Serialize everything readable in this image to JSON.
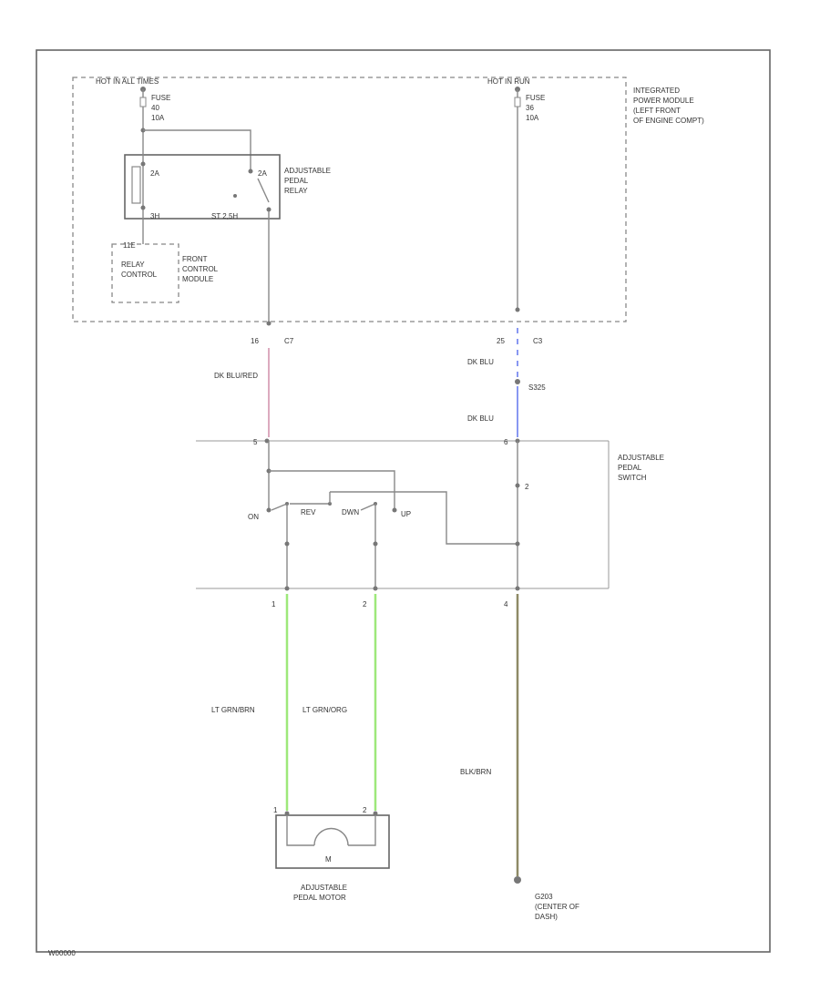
{
  "diagram_code": "W00000",
  "pdc": {
    "hot_label": "HOT IN ALL TIMES",
    "fuse_label": "FUSE",
    "fuse_num": "40",
    "fuse_amp": "10A",
    "module_lines": [
      "INTEGRATED",
      "POWER MODULE",
      "(LEFT FRONT",
      "OF ENGINE COMPT)"
    ]
  },
  "fuse2": {
    "hot_label": "HOT IN RUN",
    "fuse_label": "FUSE",
    "fuse_num": "36",
    "fuse_amp": "10A"
  },
  "relay": {
    "title_lines": [
      "ADJUSTABLE",
      "PEDAL",
      "RELAY"
    ],
    "pin_a": "2A",
    "pin_b": "2A",
    "pin_c": "3H",
    "pin_d": "ST 2,5H"
  },
  "fcm": {
    "pin": "11E",
    "relay_control_lines": [
      "RELAY",
      "CONTROL"
    ],
    "title_lines": [
      "FRONT",
      "CONTROL",
      "MODULE"
    ]
  },
  "connectors": {
    "c7_pin": "16",
    "c7": "C7",
    "c3_pin": "25",
    "c3": "C3",
    "s_splice": "S325",
    "sw_pin5": "5",
    "sw_pin6": "6",
    "m1": "1",
    "m2": "2",
    "sw4": "4",
    "mot1": "1",
    "mot2": "2"
  },
  "wires": {
    "dk_blured": "DK BLU/RED",
    "dk_blu1": "DK BLU",
    "dk_blu2": "DK BLU",
    "lt_grnbrn": "LT GRN/BRN",
    "lt_grnorg": "LT GRN/ORG",
    "blkbrn": "BLK/BRN"
  },
  "switch": {
    "title_lines": [
      "ADJUSTABLE",
      "PEDAL",
      "SWITCH"
    ],
    "on": "ON",
    "rev": "REV",
    "dwn": "DWN",
    "up": "UP"
  },
  "motor": {
    "symbol": "M",
    "title_lines": [
      "ADJUSTABLE",
      "PEDAL MOTOR"
    ]
  },
  "ground": {
    "lines": [
      "G203",
      "(CENTER OF",
      "DASH)"
    ]
  },
  "colors": {
    "pink": "#d8a0b8",
    "blue": "#7b8cf0",
    "green": "#9ee87a",
    "olive": "#8e8a66"
  }
}
